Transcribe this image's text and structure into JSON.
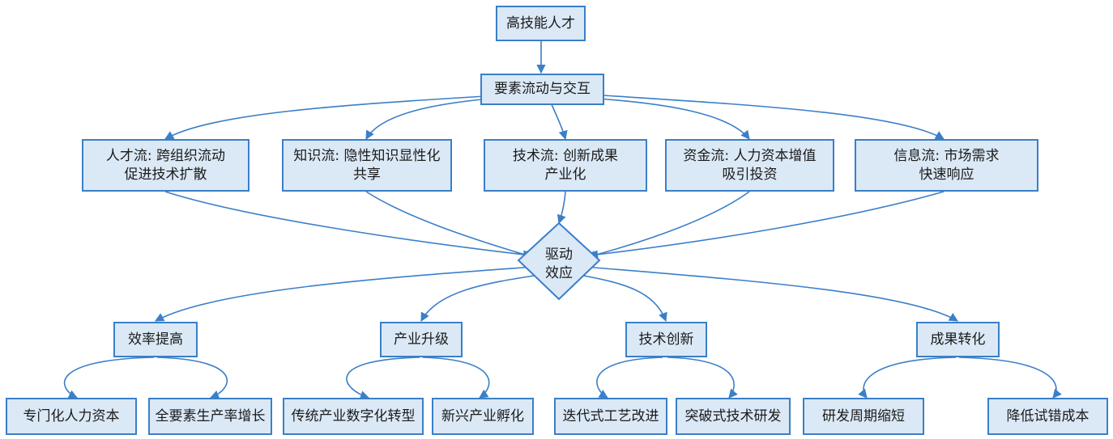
{
  "top": "高技能人才",
  "interaction": "要素流动与交互",
  "flows": [
    {
      "line1": "人才流: 跨组织流动",
      "line2": "促进技术扩散"
    },
    {
      "line1": "知识流: 隐性知识显性化",
      "line2": "共享"
    },
    {
      "line1": "技术流: 创新成果",
      "line2": "产业化"
    },
    {
      "line1": "资金流: 人力资本增值",
      "line2": "吸引投资"
    },
    {
      "line1": "信息流: 市场需求",
      "line2": "快速响应"
    }
  ],
  "driver": {
    "line1": "驱动",
    "line2": "效应"
  },
  "effects": [
    "效率提高",
    "产业升级",
    "技术创新",
    "成果转化"
  ],
  "outcomes": [
    "专门化人力资本",
    "全要素生产率增长",
    "传统产业数字化转型",
    "新兴产业孵化",
    "迭代式工艺改进",
    "突破式技术研发",
    "研发周期缩短",
    "降低试错成本"
  ],
  "colors": {
    "stroke": "#3a7fc8",
    "fill": "#dbe9f6"
  }
}
